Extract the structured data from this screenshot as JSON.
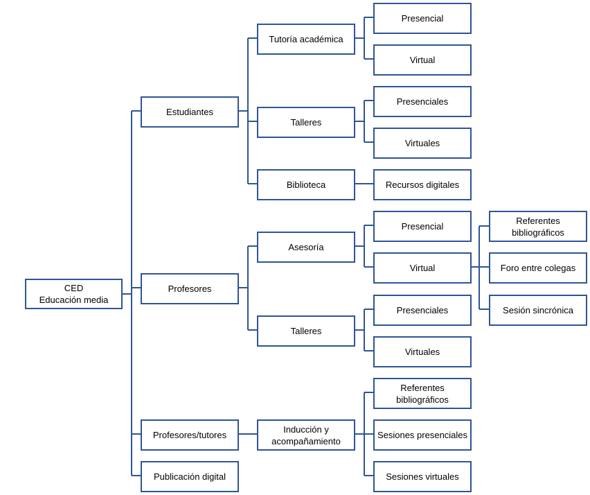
{
  "colors": {
    "line": "#2f5496",
    "text": "#000000",
    "background": "#ffffff"
  },
  "root": {
    "line1": "CED",
    "line2": "Educación media"
  },
  "branches": {
    "estudiantes": {
      "label": "Estudiantes",
      "tutoria": {
        "label": "Tutoría académica",
        "presencial": "Presencial",
        "virtual": "Virtual"
      },
      "talleres": {
        "label": "Talleres",
        "presenciales": "Presenciales",
        "virtuales": "Virtuales"
      },
      "biblioteca": {
        "label": "Biblioteca",
        "recursos": "Recursos digitales"
      }
    },
    "profesores": {
      "label": "Profesores",
      "asesoria": {
        "label": "Asesoría",
        "presencial": "Presencial",
        "virtual": {
          "label": "Virtual",
          "referentes": {
            "line1": "Referentes",
            "line2": "bibliográficos"
          },
          "foro": "Foro entre colegas",
          "sesion": "Sesión sincrónica"
        }
      },
      "talleres": {
        "label": "Talleres",
        "presenciales": "Presenciales",
        "virtuales": "Virtuales"
      }
    },
    "tutores": {
      "label": "Profesores/tutores",
      "induccion": {
        "line1": "Inducción y",
        "line2": "acompañamiento",
        "referentes": {
          "line1": "Referentes",
          "line2": "bibliográficos"
        },
        "sesiones_presenciales": "Sesiones presenciales",
        "sesiones_virtuales": "Sesiones virtuales"
      }
    },
    "publicacion": {
      "label": "Publicación digital"
    }
  }
}
